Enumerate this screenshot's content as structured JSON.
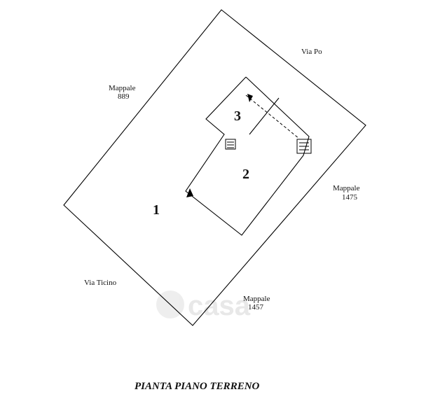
{
  "labels": {
    "via_po": "Via Po",
    "via_ticino": "Via Ticino",
    "mappale_889_line1": "Mappale",
    "mappale_889_line2": "889",
    "mappale_1475_line1": "Mappale",
    "mappale_1475_line2": "1475",
    "mappale_1457_line1": "Mappale",
    "mappale_1457_line2": "1457",
    "area_1": "1",
    "area_2": "2",
    "area_3": "3"
  },
  "watermark": "casa",
  "caption": "PIANTA PIANO TERRENO"
}
